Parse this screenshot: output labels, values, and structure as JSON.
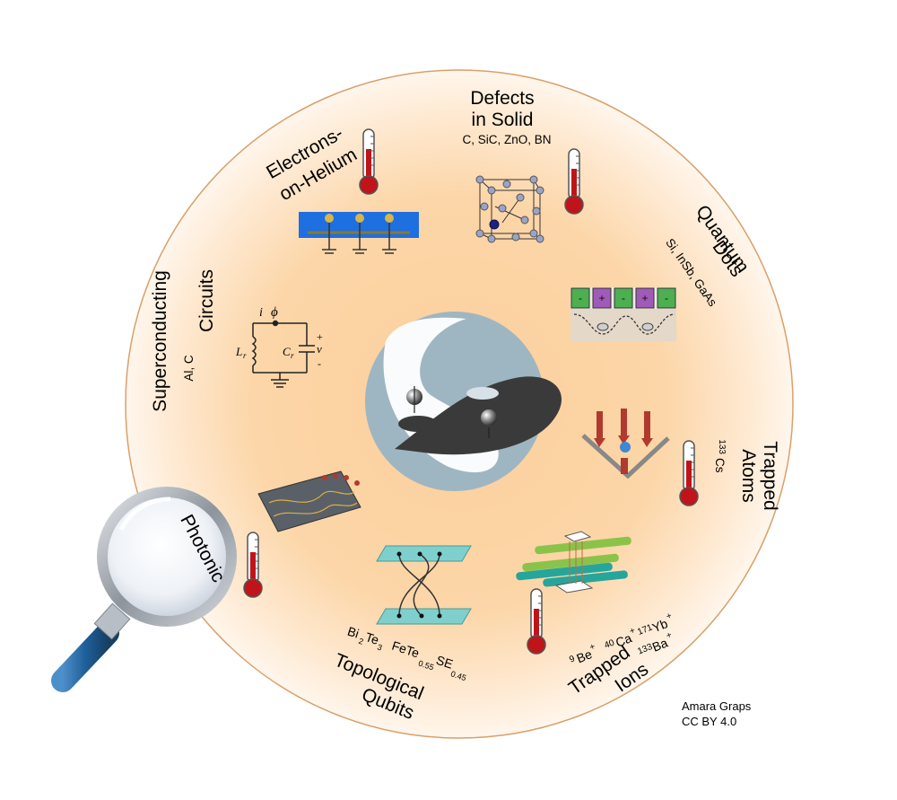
{
  "categories": {
    "electrons_on_helium": {
      "line1": "Electrons-",
      "line2": "on-Helium"
    },
    "defects_in_solid": {
      "line1": "Defects",
      "line2": "in Solid",
      "materials": "C, SiC, ZnO, BN"
    },
    "quantum_dots": {
      "line1": "Quantum",
      "line2": "Dots",
      "materials": "Si, InSb, GaAs"
    },
    "trapped_atoms": {
      "line1": "Trapped",
      "line2": "Atoms",
      "isotope_mass": "133",
      "element": "Cs"
    },
    "trapped_ions": {
      "line1": "Trapped",
      "line2": "Ions",
      "ions": [
        {
          "mass": "9",
          "element": "Be",
          "charge": "+"
        },
        {
          "mass": "40",
          "element": "Ca",
          "charge": "+"
        },
        {
          "mass": "171",
          "element": "Yb",
          "charge": "+"
        },
        {
          "mass": "133",
          "element": "Ba",
          "charge": "+"
        }
      ]
    },
    "topological_qubits": {
      "line1": "Topological",
      "line2": "Qubits",
      "material1": {
        "a": "Bi",
        "a_sub": "2",
        "b": "Te",
        "b_sub": "3"
      },
      "material2": {
        "a": "FeTe",
        "a_sub": "0.55",
        "b": "SE",
        "b_sub": "0.45"
      }
    },
    "photonic": {
      "label": "Photonic"
    },
    "superconducting_circuits": {
      "line1": "Superconducting",
      "line2": "Circuits",
      "materials": "Al, C",
      "circuit_labels": {
        "current": "i",
        "phase": "ϕ",
        "inductor": "L",
        "inductor_sub": "r",
        "capacitor": "C",
        "capacitor_sub": "r",
        "voltage": "v",
        "plus": "+",
        "minus": "-"
      }
    }
  },
  "quantum_dots_gates": [
    "-",
    "+",
    "-",
    "+",
    "-"
  ],
  "credit": {
    "author": "Amara Graps",
    "license": "CC BY 4.0"
  },
  "colors": {
    "disc_center": "#fbcf9c",
    "disc_edge": "#fff4e6",
    "ring_stroke": "#d9a06a",
    "thermometer_red": "#c0141a",
    "yin_yang_disc": "#9eb6c2",
    "yin_yang_dark": "#3a3a3a",
    "lens_rim": "#9aa0a8",
    "handle": "#2d6fa8"
  }
}
